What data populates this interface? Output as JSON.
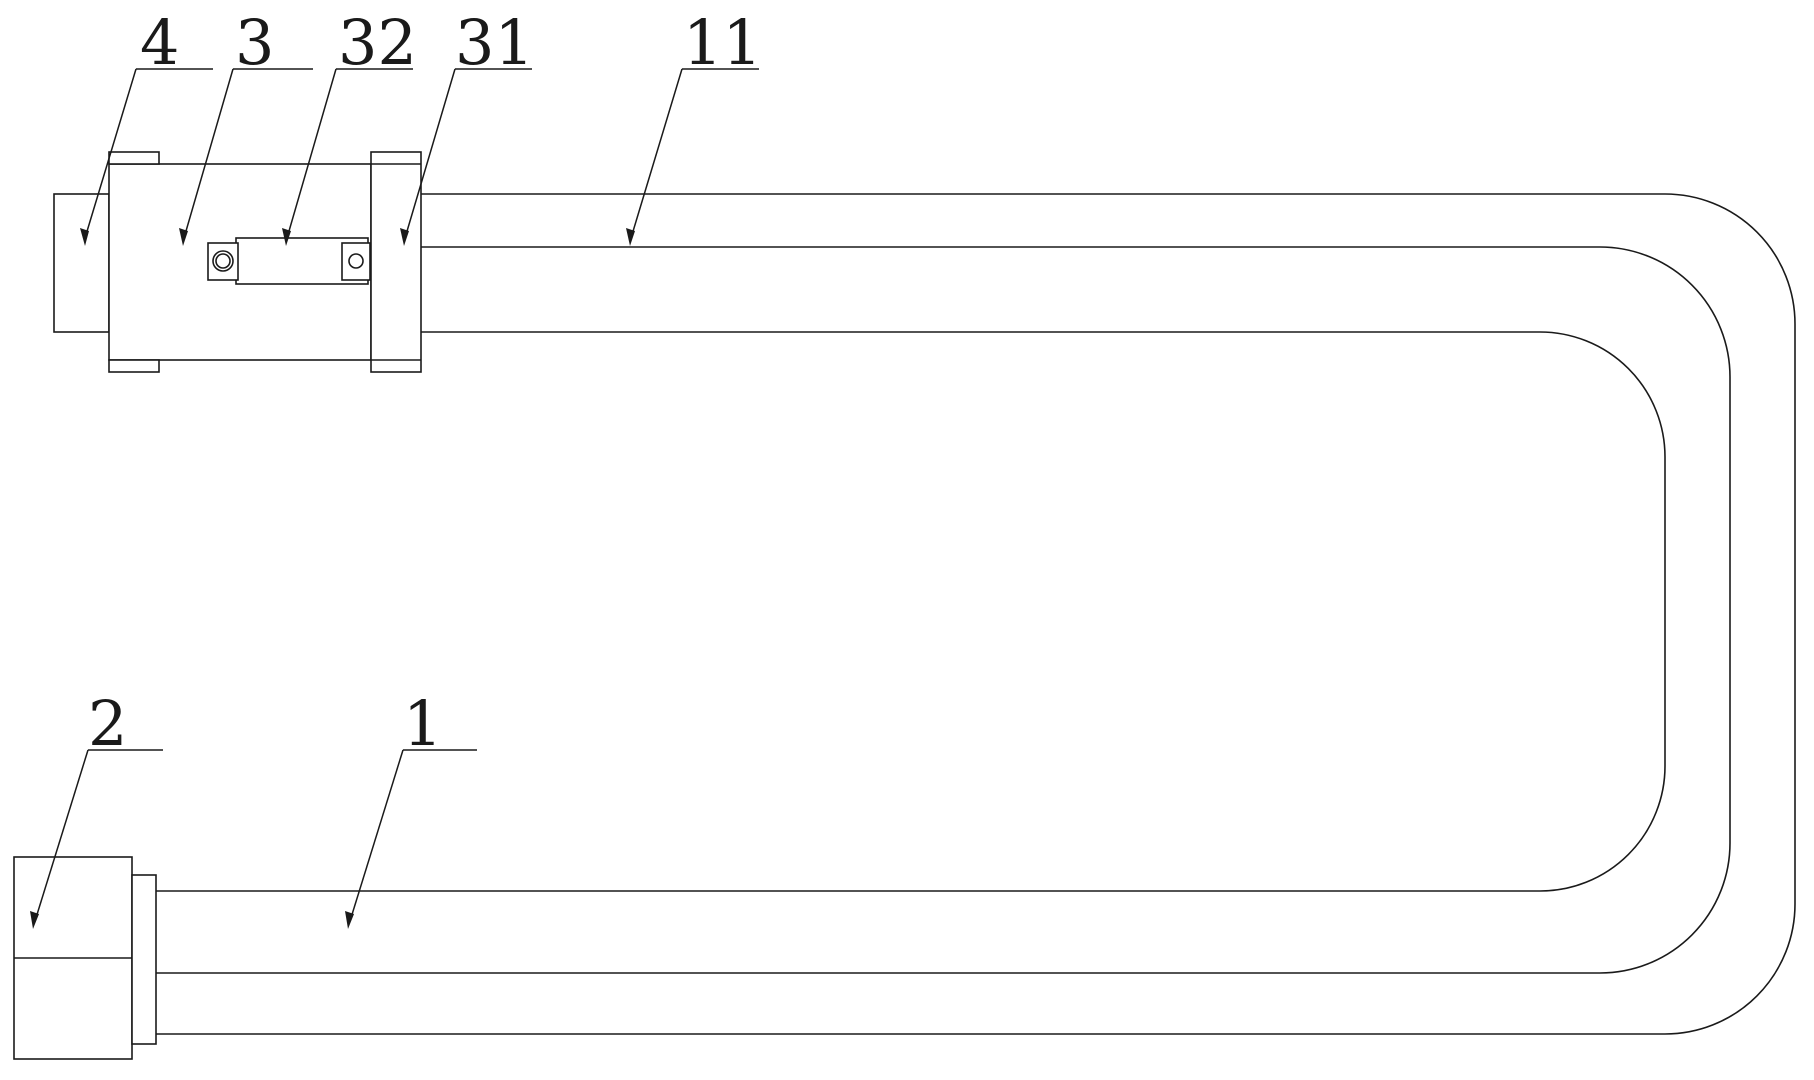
{
  "figure": {
    "labels": {
      "part_1": "1",
      "part_2": "2",
      "part_3": "3",
      "part_4": "4",
      "part_11": "11",
      "part_31": "31",
      "part_32": "32"
    }
  }
}
